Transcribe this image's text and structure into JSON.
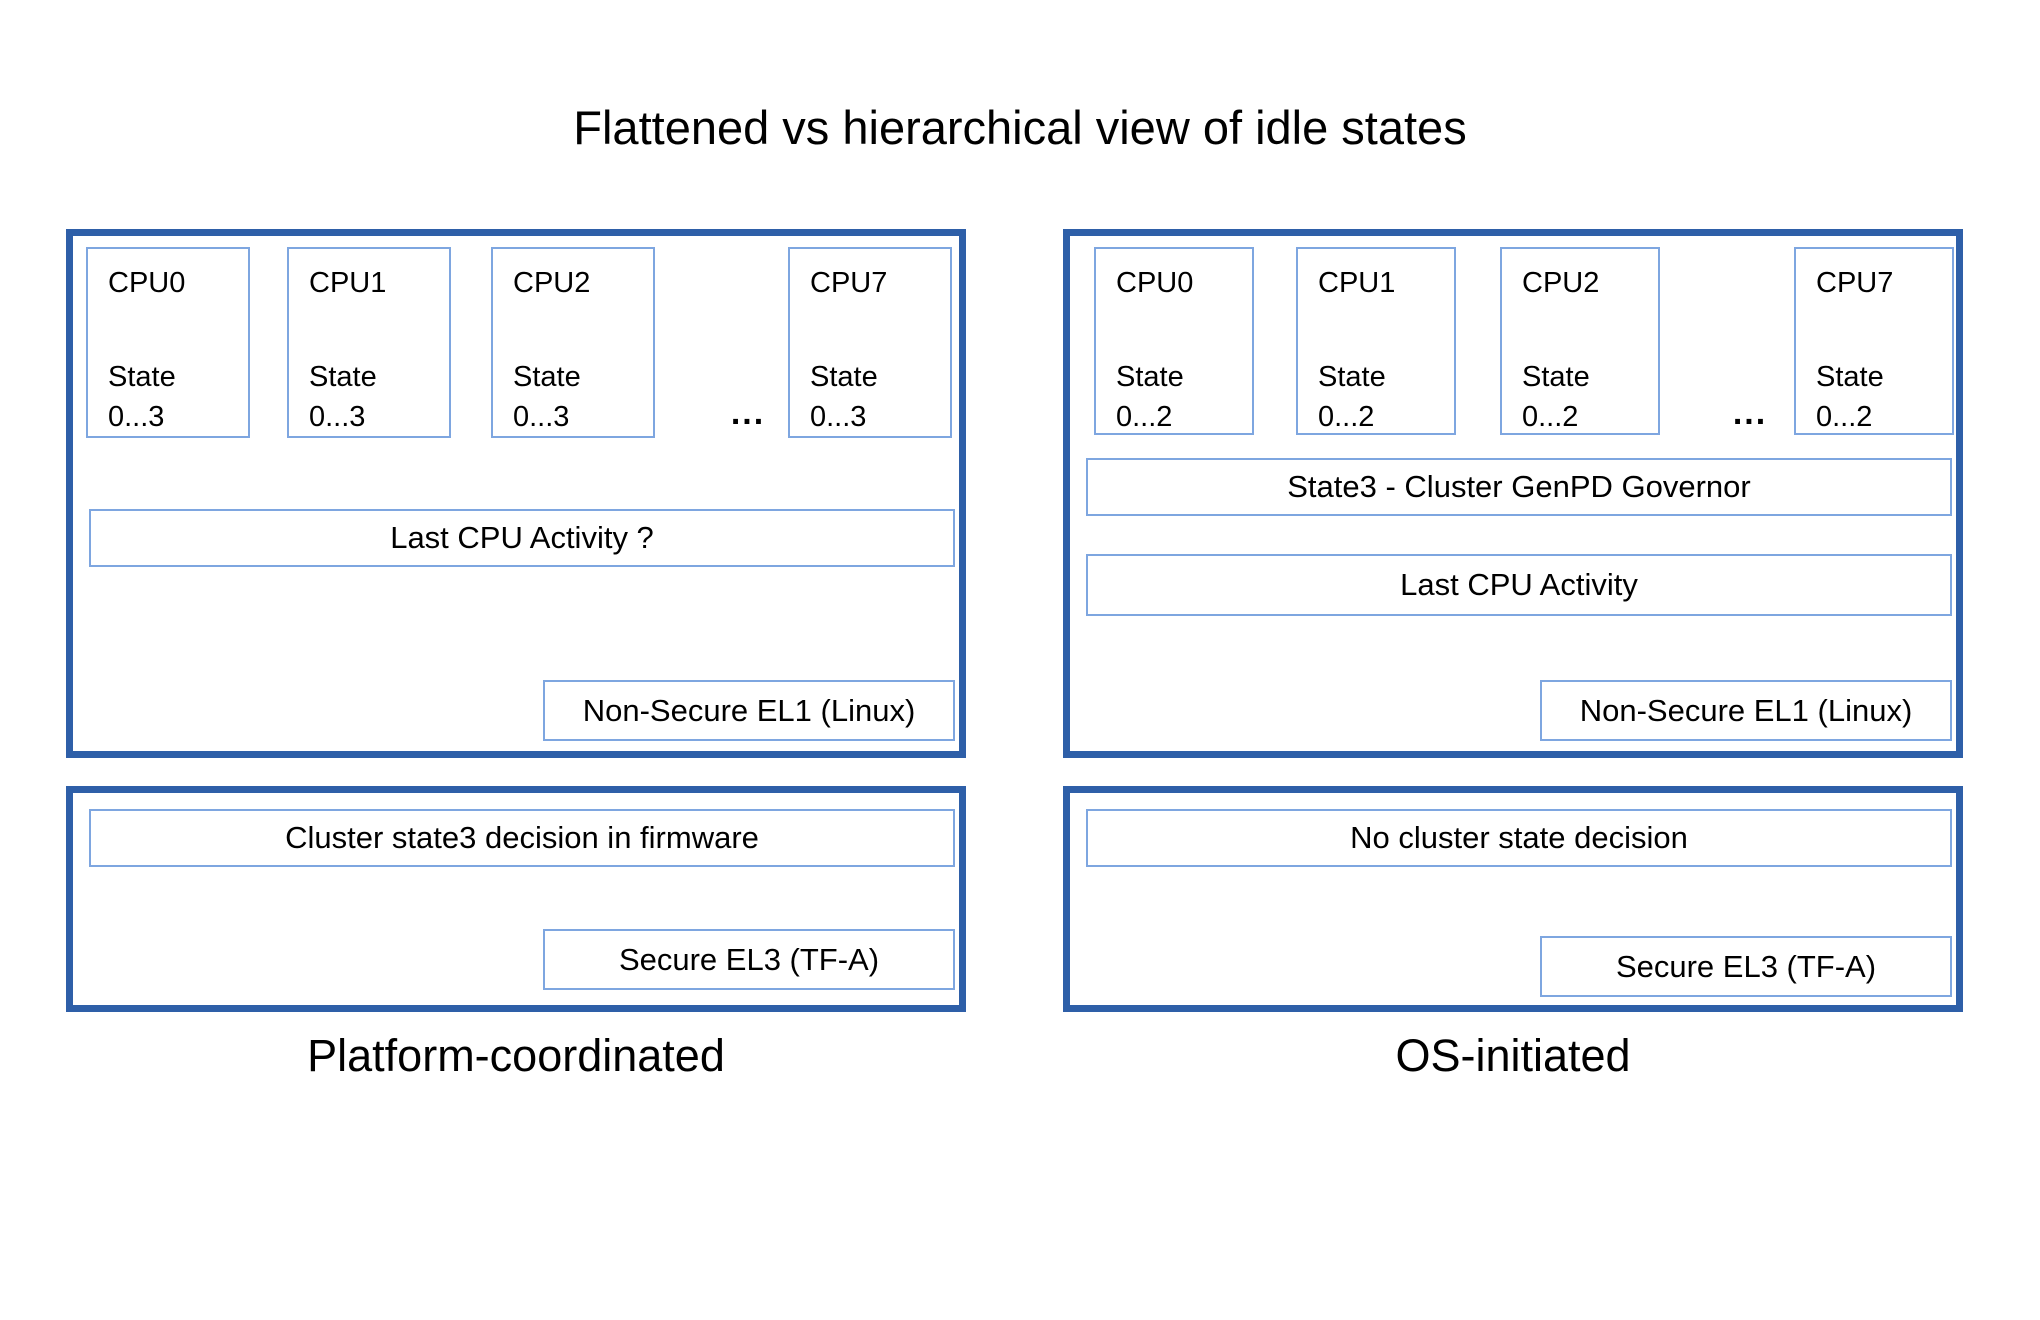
{
  "title": "Flattened vs hierarchical view of idle states",
  "colors": {
    "panel_border": "#2E5FA8",
    "box_border": "#7EA6E0",
    "text": "#000000",
    "background": "#FFFFFF"
  },
  "left": {
    "caption": "Platform-coordinated",
    "ellipsis": "...",
    "cpus": [
      {
        "name": "CPU0",
        "state_line1": "State",
        "state_line2": "0...3"
      },
      {
        "name": "CPU1",
        "state_line1": "State",
        "state_line2": "0...3"
      },
      {
        "name": "CPU2",
        "state_line1": "State",
        "state_line2": "0...3"
      },
      {
        "name": "CPU7",
        "state_line1": "State",
        "state_line2": "0...3"
      }
    ],
    "kernel_panel": {
      "last_cpu_activity": "Last CPU Activity ?",
      "exception_level": "Non-Secure EL1 (Linux)"
    },
    "firmware_panel": {
      "decision": "Cluster state3 decision in firmware",
      "exception_level": "Secure EL3 (TF-A)"
    }
  },
  "right": {
    "caption": "OS-initiated",
    "ellipsis": "...",
    "cpus": [
      {
        "name": "CPU0",
        "state_line1": "State",
        "state_line2": "0...2"
      },
      {
        "name": "CPU1",
        "state_line1": "State",
        "state_line2": "0...2"
      },
      {
        "name": "CPU2",
        "state_line1": "State",
        "state_line2": "0...2"
      },
      {
        "name": "CPU7",
        "state_line1": "State",
        "state_line2": "0...2"
      }
    ],
    "kernel_panel": {
      "governor": "State3 - Cluster GenPD Governor",
      "last_cpu_activity": "Last CPU Activity",
      "exception_level": "Non-Secure EL1 (Linux)"
    },
    "firmware_panel": {
      "decision": "No cluster state decision",
      "exception_level": "Secure EL3 (TF-A)"
    }
  }
}
